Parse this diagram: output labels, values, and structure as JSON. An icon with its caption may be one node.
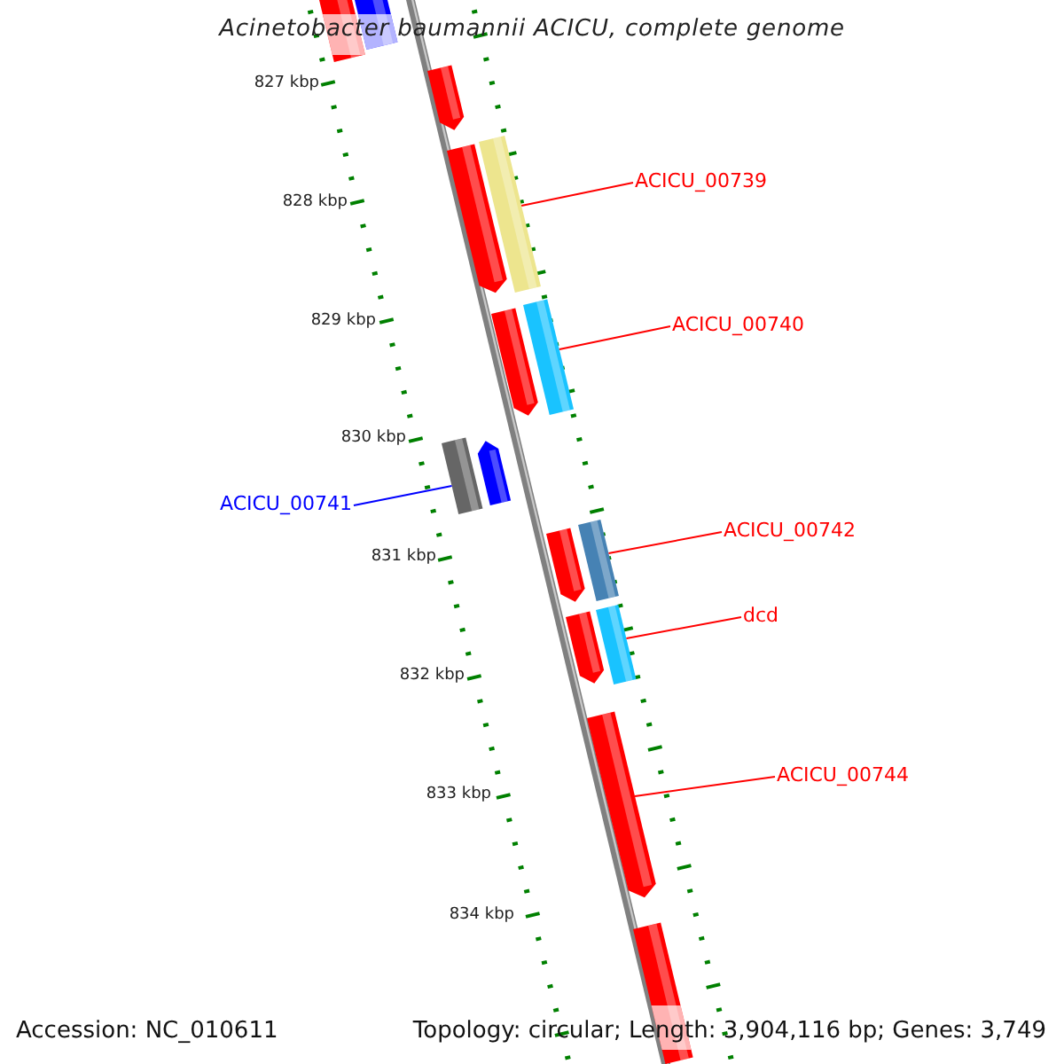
{
  "diagram": {
    "title": "Acinetobacter baumannii ACICU, complete genome",
    "nodes": [
      {
        "text": [],
        "shape": "bar"
      },
      {
        "text": [],
        "shape": "bar"
      },
      {
        "text": [],
        "shape": "bar"
      },
      {
        "text": [
          "ACICU_00739"
        ]
      },
      {
        "text": [],
        "shape": "bar"
      },
      {
        "text": [],
        "shape": "bar"
      },
      {
        "text": [
          "ACICU_00740"
        ]
      },
      {
        "text": [],
        "shape": "bar"
      },
      {
        "text": [],
        "shape": "bar"
      },
      {
        "text": [
          "ACICU_00741"
        ]
      },
      {
        "text": [],
        "shape": "bar"
      },
      {
        "text": [],
        "shape": "bar"
      },
      {
        "text": [
          "ACICU_00742"
        ]
      },
      {
        "text": [],
        "shape": "bar"
      },
      {
        "text": [],
        "shape": "bar"
      },
      {
        "text": [
          "dcd"
        ]
      },
      {
        "text": [],
        "shape": "bar"
      },
      {
        "text": [],
        "shape": "bar"
      },
      {
        "text": [
          "ACICU_00744"
        ]
      },
      {
        "text": [],
        "shape": "bar"
      },
      {
        "text": [],
        "shape": "bar"
      }
    ],
    "edges": [
      {
        "from": 3,
        "to": 5,
        "arrow": "none"
      },
      {
        "from": 6,
        "to": 8,
        "arrow": "none"
      },
      {
        "from": 9,
        "to": 10,
        "arrow": "none",
        "color": "#0000ff"
      },
      {
        "from": 12,
        "to": 14,
        "arrow": "none"
      },
      {
        "from": 15,
        "to": 17,
        "arrow": "none"
      },
      {
        "from": 18,
        "to": 19,
        "arrow": "none"
      }
    ],
    "labels": [
      "827 kbp",
      "828 kbp",
      "829 kbp",
      "830 kbp",
      "831 kbp",
      "832 kbp",
      "833 kbp",
      "834 kbp",
      "Accession: NC_010611",
      "Topology: circular; Length: 3,904,116 bp; Genes: 3,749"
    ]
  }
}
